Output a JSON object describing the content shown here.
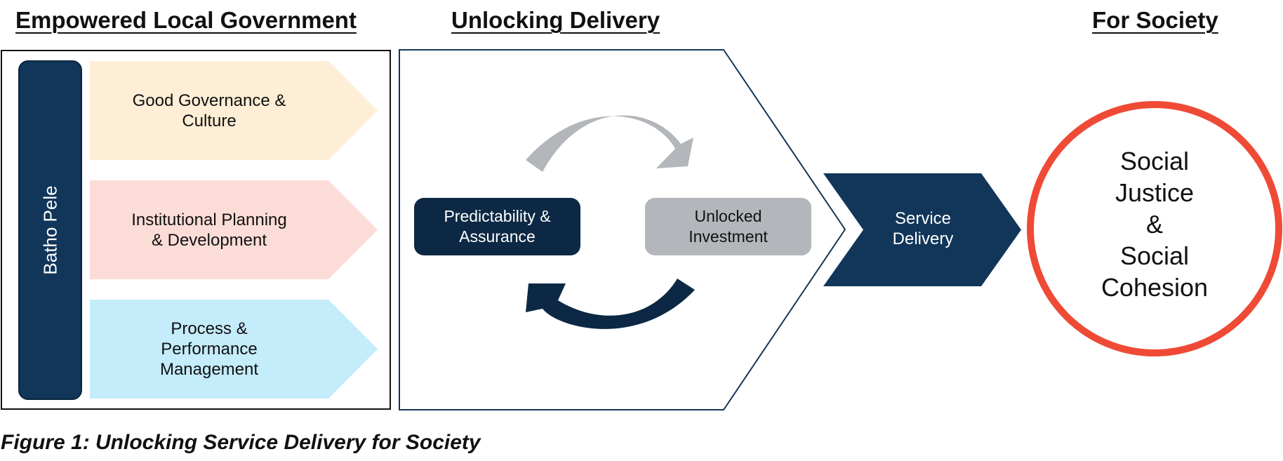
{
  "headings": {
    "left": "Empowered Local Government",
    "middle": "Unlocking Delivery",
    "right": "For Society"
  },
  "left_panel": {
    "vertical_bar_label": "Batho Pele",
    "pillars": [
      "Good Governance &\nCulture",
      "Institutional Planning\n& Development",
      "Process &\nPerformance\nManagement"
    ]
  },
  "middle_panel": {
    "box_left": "Predictability &\nAssurance",
    "box_right": "Unlocked\nInvestment"
  },
  "service_delivery": "Service\nDelivery",
  "outcome": "Social\nJustice\n&\nSocial\nCohesion",
  "caption": "Figure 1: Unlocking Service Delivery for Society",
  "colors": {
    "navy": "#12365a",
    "dark_navy": "#0c2844",
    "grey": "#b3b6ba",
    "peach": "#fdeed5",
    "pink": "#fcdcd7",
    "light_blue": "#c4ecfb",
    "red": "#ef4a36"
  }
}
